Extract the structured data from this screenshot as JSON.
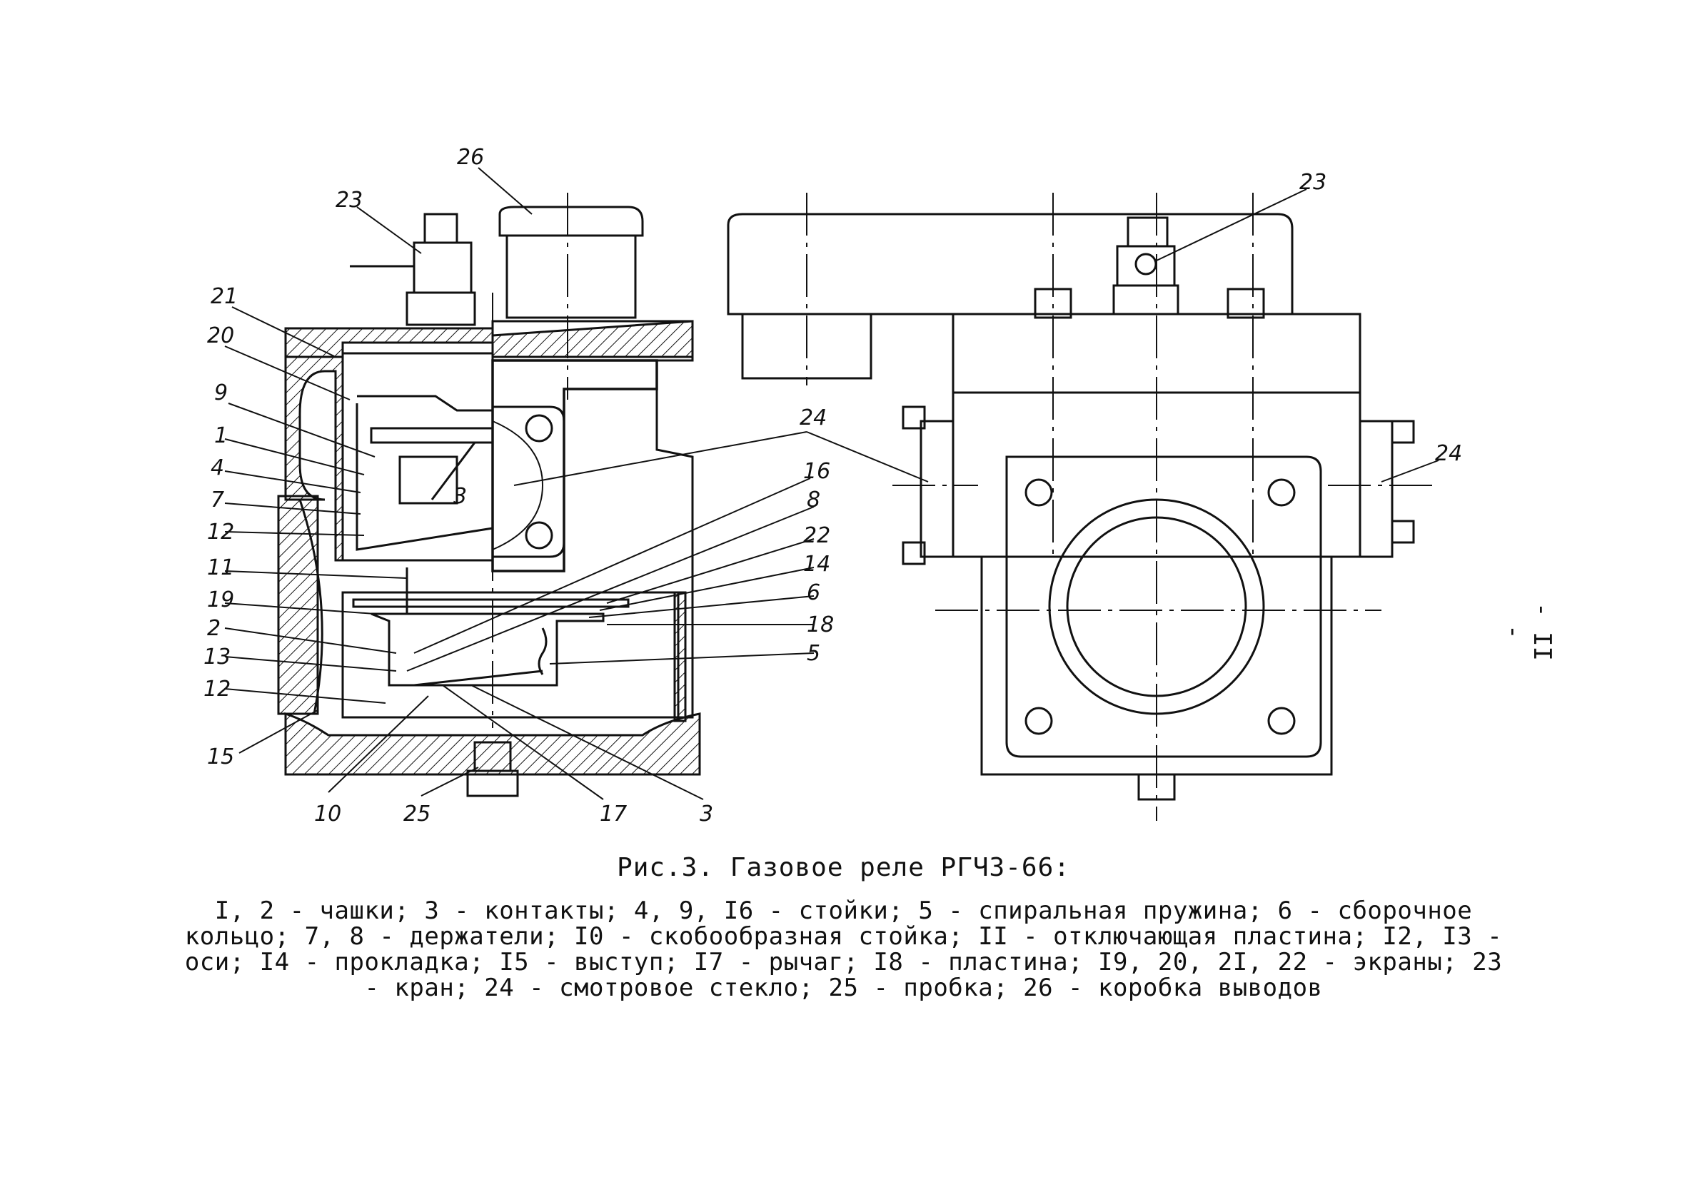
{
  "figure": {
    "title": "Рис.3. Газовое реле РГЧЗ-66:",
    "legend": "I, 2 - чашки; 3 - контакты; 4, 9, I6 - стойки; 5 - спиральная пружина; 6 - сборочное кольцо; 7, 8 - держатели; I0 - скобообразная стойка; II - отключающая пластина; I2, I3 - оси; I4 - прокладка; I5 - выступ; I7 - рычаг; I8 - пластина; I9, 20, 2I, 22 - экраны; 23 - кран; 24 - смотровое стекло; 25 - пробка; 26 - коробка выводов",
    "page_number": "- II -"
  },
  "callouts": {
    "c26": "26",
    "c23_left": "23",
    "c21": "21",
    "c20": "20",
    "c9": "9",
    "c1": "1",
    "c4": "4",
    "c7": "7",
    "c12_top": "12",
    "c11": "11",
    "c19": "19",
    "c2": "2",
    "c13": "13",
    "c12_bottom": "12",
    "c15": "15",
    "c10": "10",
    "c25": "25",
    "c17": "17",
    "c3_bottom": "3",
    "c3_inner": "3",
    "c5": "5",
    "c18": "18",
    "c6": "6",
    "c14": "14",
    "c22": "22",
    "c8": "8",
    "c16": "16",
    "c24_left": "24",
    "c23_right": "23",
    "c24_right": "24"
  }
}
